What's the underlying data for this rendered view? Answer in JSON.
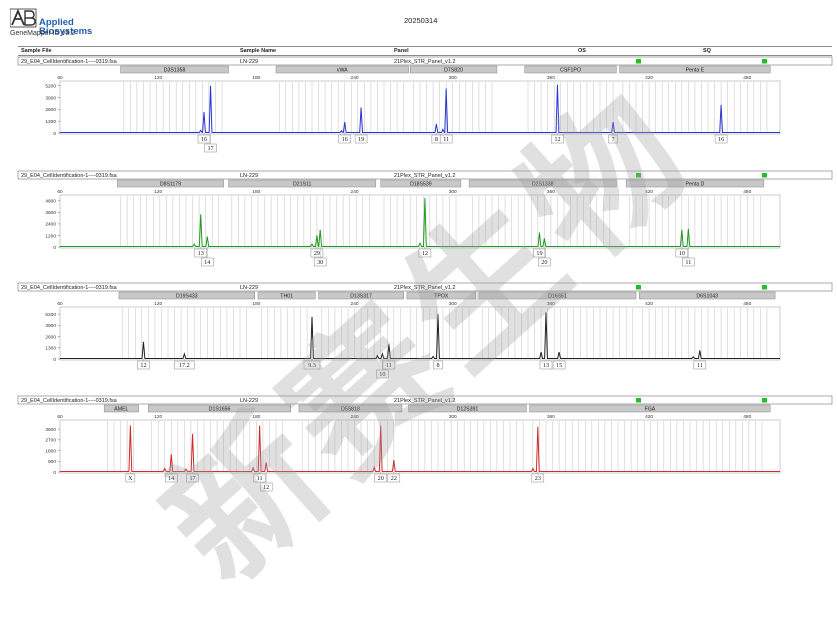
{
  "brand": {
    "line1": "Applied",
    "line2": "Biosystems",
    "mark": "AB"
  },
  "app": {
    "version": "GeneMapper ID v3.2"
  },
  "run_date": "20250314",
  "header": {
    "sample_file": "Sample File",
    "sample_name": "Sample Name",
    "panel": "Panel",
    "os": "OS",
    "sq": "SQ"
  },
  "watermark": "新赛生物",
  "colors": {
    "blue": "#2b35d6",
    "green": "#1e9b1e",
    "black": "#222222",
    "red": "#d42a2a",
    "quality": "#22c022",
    "bin": "#c6c6c6",
    "marker": "#c8c8c8"
  },
  "chart_data": [
    {
      "type": "line",
      "sample_file": "29_E04_CellIdentification-1----0319.fsa",
      "sample_name": "LN-229",
      "panel": "21Plex_STR_Panel_v1.2",
      "color": "#2b35d6",
      "xlim": [
        60,
        500
      ],
      "x_ticks": [
        60,
        120,
        180,
        240,
        300,
        360,
        420,
        480
      ],
      "ylim": [
        0,
        5500
      ],
      "y_ticks": [
        0,
        1300,
        2600,
        3900,
        5200
      ],
      "markers": [
        {
          "name": "D3S1358",
          "start": 97,
          "end": 163
        },
        {
          "name": "vWA",
          "start": 192,
          "end": 273
        },
        {
          "name": "D7S820",
          "start": 274,
          "end": 327
        },
        {
          "name": "CSF1PO",
          "start": 344,
          "end": 400
        },
        {
          "name": "Penta E",
          "start": 402,
          "end": 494
        }
      ],
      "peaks": [
        {
          "x": 148,
          "y": 2300,
          "allele": "16",
          "row": 0
        },
        {
          "x": 152,
          "y": 5200,
          "allele": "17",
          "row": 1
        },
        {
          "x": 234,
          "y": 1200,
          "allele": "16",
          "row": 0
        },
        {
          "x": 244,
          "y": 2800,
          "allele": "19",
          "row": 0
        },
        {
          "x": 290,
          "y": 1000,
          "allele": "8",
          "row": 0
        },
        {
          "x": 296,
          "y": 4900,
          "allele": "11",
          "row": 0
        },
        {
          "x": 364,
          "y": 5300,
          "allele": "12",
          "row": 0
        },
        {
          "x": 398,
          "y": 1200,
          "allele": "7",
          "row": 0
        },
        {
          "x": 464,
          "y": 3100,
          "allele": "16",
          "row": 0
        }
      ],
      "minor_peaks": [
        {
          "x": 146,
          "y": 300
        },
        {
          "x": 232,
          "y": 250
        },
        {
          "x": 294,
          "y": 400
        }
      ]
    },
    {
      "type": "line",
      "sample_file": "29_E04_CellIdentification-1----0319.fsa",
      "sample_name": "LN-229",
      "panel": "21Plex_STR_Panel_v1.2",
      "color": "#1e9b1e",
      "xlim": [
        60,
        500
      ],
      "x_ticks": [
        60,
        120,
        180,
        240,
        300,
        360,
        420,
        480
      ],
      "ylim": [
        0,
        5200
      ],
      "y_ticks": [
        0,
        1200,
        2400,
        3600,
        4800
      ],
      "markers": [
        {
          "name": "D8S1179",
          "start": 95,
          "end": 160
        },
        {
          "name": "D21S11",
          "start": 163,
          "end": 253
        },
        {
          "name": "D18S539",
          "start": 256,
          "end": 305
        },
        {
          "name": "D2S1338",
          "start": 310,
          "end": 400
        },
        {
          "name": "Penta D",
          "start": 406,
          "end": 490
        }
      ],
      "peaks": [
        {
          "x": 146,
          "y": 3400,
          "allele": "13",
          "row": 0
        },
        {
          "x": 150,
          "y": 1100,
          "allele": "14",
          "row": 1
        },
        {
          "x": 217,
          "y": 1200,
          "allele": "29",
          "row": 0
        },
        {
          "x": 219,
          "y": 1800,
          "allele": "30",
          "row": 1
        },
        {
          "x": 283,
          "y": 5100,
          "allele": "12",
          "row": 0
        },
        {
          "x": 353,
          "y": 1500,
          "allele": "19",
          "row": 0
        },
        {
          "x": 356,
          "y": 900,
          "allele": "20",
          "row": 1
        },
        {
          "x": 440,
          "y": 1800,
          "allele": "10",
          "row": 0
        },
        {
          "x": 444,
          "y": 1900,
          "allele": "11",
          "row": 1
        }
      ],
      "minor_peaks": [
        {
          "x": 142,
          "y": 300
        },
        {
          "x": 214,
          "y": 300
        },
        {
          "x": 280,
          "y": 400
        }
      ]
    },
    {
      "type": "line",
      "sample_file": "29_E04_CellIdentification-1----0319.fsa",
      "sample_name": "LN-229",
      "panel": "21Plex_STR_Panel_v1.2",
      "color": "#222222",
      "xlim": [
        60,
        500
      ],
      "x_ticks": [
        60,
        120,
        180,
        240,
        300,
        360,
        420,
        480
      ],
      "ylim": [
        0,
        5800
      ],
      "y_ticks": [
        0,
        1300,
        2600,
        3900,
        5200
      ],
      "markers": [
        {
          "name": "D19S433",
          "start": 96,
          "end": 179
        },
        {
          "name": "TH01",
          "start": 181,
          "end": 216
        },
        {
          "name": "D13S317",
          "start": 218,
          "end": 270
        },
        {
          "name": "TPOX",
          "start": 272,
          "end": 314
        },
        {
          "name": "D16S51",
          "start": 316,
          "end": 412
        },
        {
          "name": "D6S1043",
          "start": 414,
          "end": 497
        }
      ],
      "peaks": [
        {
          "x": 111,
          "y": 2000,
          "allele": "12",
          "row": 0
        },
        {
          "x": 136,
          "y": 600,
          "allele": "17.2",
          "row": 0
        },
        {
          "x": 214,
          "y": 4900,
          "allele": "9.3",
          "row": 0
        },
        {
          "x": 257,
          "y": 600,
          "allele": "10",
          "row": 1
        },
        {
          "x": 261,
          "y": 1700,
          "allele": "11",
          "row": 0
        },
        {
          "x": 291,
          "y": 5200,
          "allele": "8",
          "row": 0
        },
        {
          "x": 357,
          "y": 5400,
          "allele": "13",
          "row": 0
        },
        {
          "x": 365,
          "y": 800,
          "allele": "15",
          "row": 0
        },
        {
          "x": 451,
          "y": 1000,
          "allele": "11",
          "row": 0
        }
      ],
      "minor_peaks": [
        {
          "x": 254,
          "y": 400
        },
        {
          "x": 288,
          "y": 300
        },
        {
          "x": 354,
          "y": 800
        },
        {
          "x": 447,
          "y": 250
        }
      ]
    },
    {
      "type": "line",
      "sample_file": "29_E04_CellIdentification-1----0319.fsa",
      "sample_name": "LN-229",
      "panel": "21Plex_STR_Panel_v1.2",
      "color": "#d42a2a",
      "xlim": [
        60,
        500
      ],
      "x_ticks": [
        60,
        120,
        180,
        240,
        300,
        360,
        420,
        480
      ],
      "ylim": [
        0,
        4200
      ],
      "y_ticks": [
        0,
        900,
        1800,
        2700,
        3600
      ],
      "markers": [
        {
          "name": "AMEL",
          "start": 87,
          "end": 108
        },
        {
          "name": "D1S1656",
          "start": 114,
          "end": 201
        },
        {
          "name": "D5S818",
          "start": 206,
          "end": 269
        },
        {
          "name": "D12S391",
          "start": 273,
          "end": 345
        },
        {
          "name": "FGA",
          "start": 347,
          "end": 494
        }
      ],
      "peaks": [
        {
          "x": 103,
          "y": 3900,
          "allele": "X",
          "row": 0
        },
        {
          "x": 128,
          "y": 1500,
          "allele": "14",
          "row": 0
        },
        {
          "x": 141,
          "y": 3200,
          "allele": "17",
          "row": 0
        },
        {
          "x": 182,
          "y": 3900,
          "allele": "11",
          "row": 0
        },
        {
          "x": 186,
          "y": 800,
          "allele": "12",
          "row": 1
        },
        {
          "x": 256,
          "y": 3900,
          "allele": "20",
          "row": 0
        },
        {
          "x": 264,
          "y": 1000,
          "allele": "22",
          "row": 0
        },
        {
          "x": 352,
          "y": 3800,
          "allele": "23",
          "row": 0
        }
      ],
      "minor_peaks": [
        {
          "x": 124,
          "y": 300
        },
        {
          "x": 178,
          "y": 350
        },
        {
          "x": 252,
          "y": 400
        },
        {
          "x": 349,
          "y": 300
        },
        {
          "x": 137,
          "y": 250
        }
      ]
    }
  ]
}
